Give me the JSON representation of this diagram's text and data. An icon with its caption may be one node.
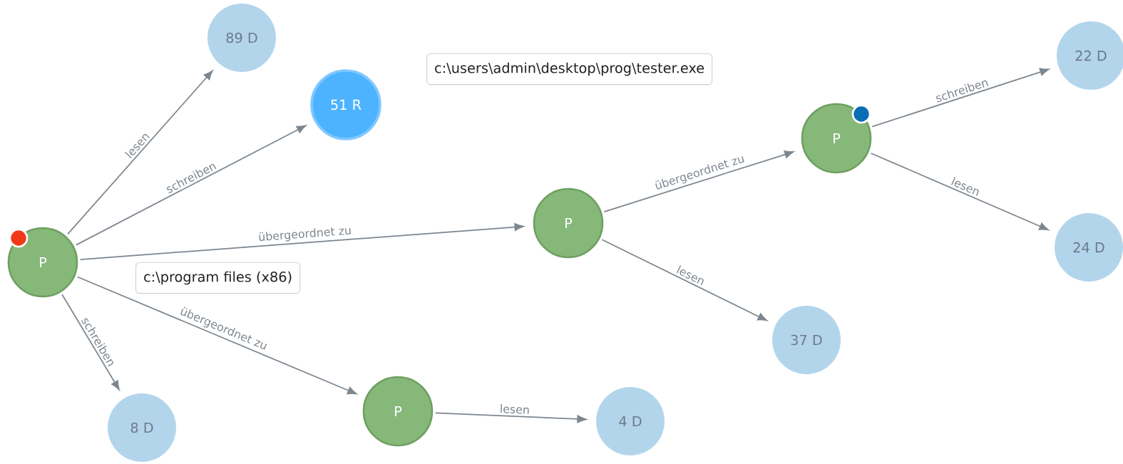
{
  "diagram": {
    "nodes": [
      {
        "text": [
          "P"
        ]
      },
      {
        "text": [
          "89 D"
        ]
      },
      {
        "text": [
          "51 R"
        ]
      },
      {
        "text": [
          "P"
        ]
      },
      {
        "text": [
          "P"
        ]
      },
      {
        "text": [
          "22 D"
        ]
      },
      {
        "text": [
          "24 D"
        ]
      },
      {
        "text": [
          "37 D"
        ]
      },
      {
        "text": [
          "8 D"
        ]
      },
      {
        "text": [
          "P"
        ]
      },
      {
        "text": [
          "4 D"
        ]
      },
      {
        "text": [
          "c:\\program files (x86)"
        ]
      },
      {
        "text": [
          "c:\\users\\admin\\desktop\\prog\\tester.exe"
        ]
      }
    ],
    "edges": [
      {
        "from": 0,
        "to": 1,
        "arrow": "to",
        "label": "lesen"
      },
      {
        "from": 0,
        "to": 2,
        "arrow": "to",
        "label": "schreiben"
      },
      {
        "from": 0,
        "to": 3,
        "arrow": "to",
        "label": "übergeordnet zu"
      },
      {
        "from": 0,
        "to": 9,
        "arrow": "to",
        "label": "übergeordnet zu"
      },
      {
        "from": 0,
        "to": 8,
        "arrow": "to",
        "label": "schreiben"
      },
      {
        "from": 3,
        "to": 4,
        "arrow": "to",
        "label": "übergeordnet zu"
      },
      {
        "from": 3,
        "to": 7,
        "arrow": "to",
        "label": "lesen"
      },
      {
        "from": 4,
        "to": 5,
        "arrow": "to",
        "label": "schreiben"
      },
      {
        "from": 4,
        "to": 6,
        "arrow": "to",
        "label": "lesen"
      },
      {
        "from": 9,
        "to": 10,
        "arrow": "to",
        "label": "lesen"
      }
    ]
  }
}
